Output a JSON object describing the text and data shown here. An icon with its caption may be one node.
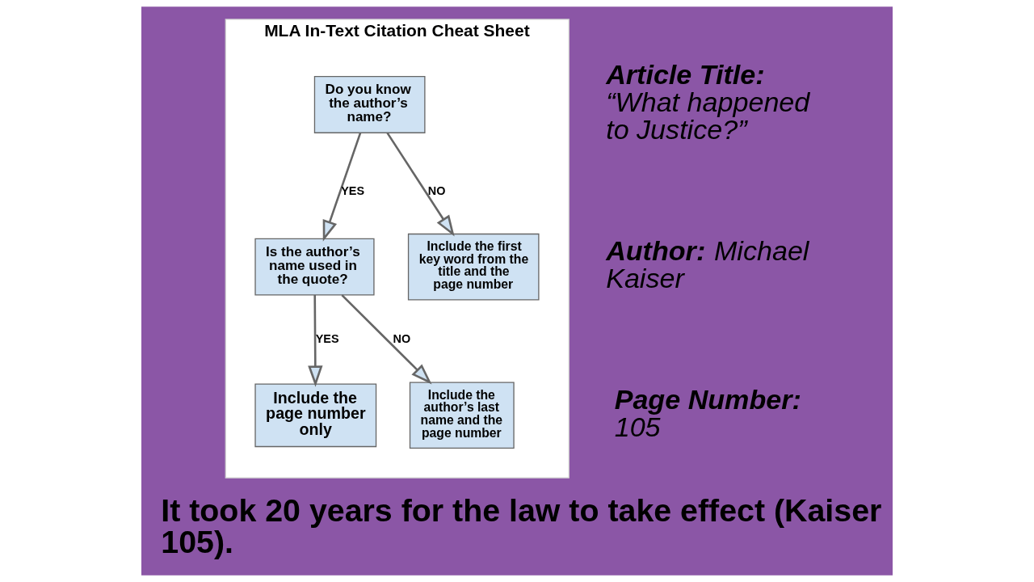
{
  "diagram": {
    "caption": "It took 20 years for the law to take effect (Kaiser 105).",
    "nodes": [
      {
        "text": [
          "MLA In-Text Citation Cheat Sheet"
        ]
      },
      {
        "text": [
          "Do you know the author’s name?"
        ],
        "in": 0
      },
      {
        "text": [
          "Is the author’s name used in the quote?"
        ],
        "in": 0
      },
      {
        "text": [
          "Include the first key word from the title and the page number"
        ],
        "in": 0
      },
      {
        "text": [
          "Include the page number only"
        ],
        "in": 0
      },
      {
        "text": [
          "Include the author’s last name and the page number"
        ],
        "in": 0
      }
    ],
    "edges": [
      {
        "from": 1,
        "to": 2,
        "arrow": "to",
        "label": "YES"
      },
      {
        "from": 1,
        "to": 3,
        "arrow": "to",
        "label": "NO"
      },
      {
        "from": 2,
        "to": 4,
        "arrow": "to",
        "label": "YES"
      },
      {
        "from": 2,
        "to": 5,
        "arrow": "to",
        "label": "NO"
      }
    ],
    "labels": [
      "**Article Title:** “What happened to Justice?”",
      "**Author:** Michael Kaiser",
      "**Page Number:** 105"
    ]
  }
}
